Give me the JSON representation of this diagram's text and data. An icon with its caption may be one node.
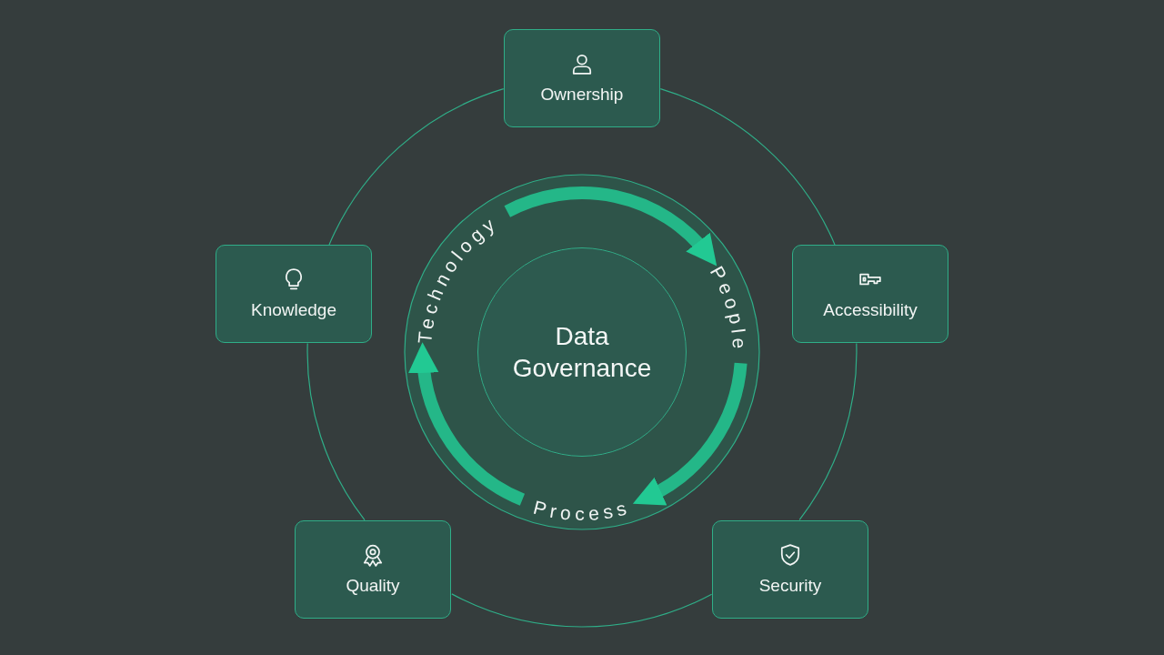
{
  "diagram": {
    "nodes": [
      {
        "text": [
          "Ownership"
        ]
      },
      {
        "text": [
          "Knowledge"
        ]
      },
      {
        "text": [
          "Accessibility"
        ]
      },
      {
        "text": [
          "Data Governance"
        ]
      },
      {
        "text": [
          "Technology"
        ]
      },
      {
        "text": [
          "People"
        ]
      },
      {
        "text": [
          "Process"
        ]
      },
      {
        "text": [
          "Quality"
        ]
      },
      {
        "text": [
          "Security"
        ]
      }
    ],
    "edges": [
      {
        "from": 0,
        "to": 2,
        "arrow": "none"
      },
      {
        "from": 2,
        "to": 8,
        "arrow": "none"
      },
      {
        "from": 8,
        "to": 7,
        "arrow": "none"
      },
      {
        "from": 7,
        "to": 1,
        "arrow": "none"
      },
      {
        "from": 1,
        "to": 0,
        "arrow": "none"
      },
      {
        "from": 4,
        "to": 5,
        "arrow": "to",
        "style": "thick"
      },
      {
        "from": 5,
        "to": 6,
        "arrow": "to",
        "style": "thick"
      },
      {
        "from": 6,
        "to": 4,
        "arrow": "to",
        "style": "thick"
      }
    ]
  }
}
